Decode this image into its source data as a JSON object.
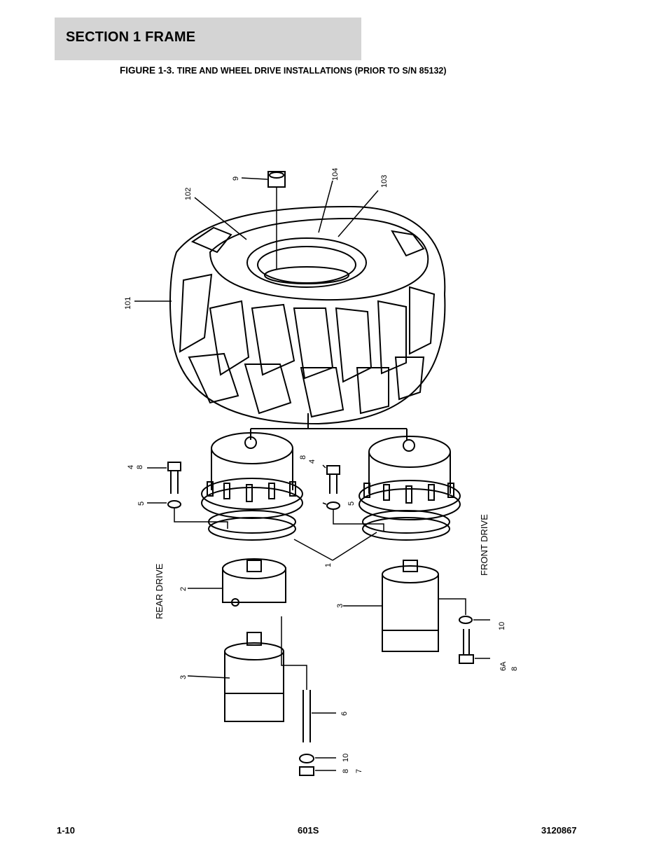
{
  "header": {
    "section_title": "SECTION 1  FRAME",
    "figure_label": "FIGURE 1-3.",
    "figure_title": "TIRE AND WHEEL DRIVE INSTALLATIONS (PRIOR TO S/N 85132)"
  },
  "callouts": {
    "c9": "9",
    "c104": "104",
    "c103": "103",
    "c102": "102",
    "c101": "101",
    "c48a": "4",
    "c48b": "8",
    "c5a": "5",
    "c84a": "8",
    "c84b": "4",
    "c5b": "5",
    "c1": "1",
    "c2": "2",
    "c3a": "3",
    "c3b": "3",
    "c6": "6",
    "c10a": "10",
    "c8": "8",
    "c7": "7",
    "c10b": "10",
    "c6a": "6A",
    "c8b": "8"
  },
  "labels": {
    "rear_drive": "REAR DRIVE",
    "front_drive": "FRONT DRIVE"
  },
  "footer": {
    "page_number": "1-10",
    "model": "601S",
    "doc_number": "3120867"
  }
}
